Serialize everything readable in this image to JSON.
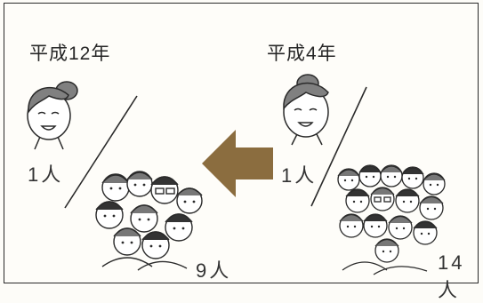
{
  "panels": {
    "left": {
      "era": "平成12年",
      "teacher_count": "1人",
      "student_count": "9人"
    },
    "right": {
      "era": "平成4年",
      "teacher_count": "1人",
      "student_count": "14人"
    }
  },
  "colors": {
    "arrow": "#8b6d3f",
    "line": "#2a2a2a",
    "hair": "#7a7a7a"
  },
  "icons": {
    "arrow": "left-arrow-icon",
    "teacher": "teacher-icon",
    "students": "student-group-icon"
  }
}
